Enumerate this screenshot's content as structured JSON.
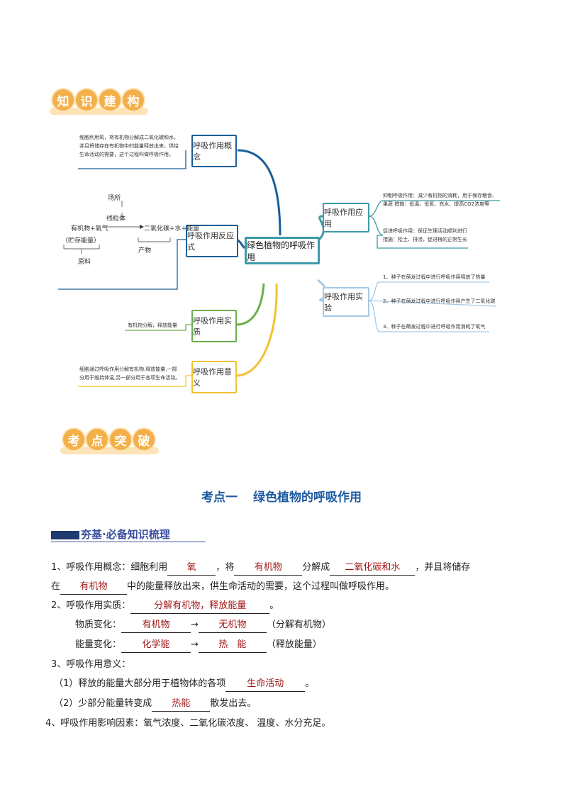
{
  "badge1": [
    "知",
    "识",
    "建",
    "构"
  ],
  "badge2": [
    "考",
    "点",
    "突",
    "破"
  ],
  "mindmap": {
    "center": "绿色植物的呼吸作用",
    "concept_box": "呼吸作用概念",
    "concept_note": [
      "细胞利用氧，将有机物分解成二氧化碳和水，",
      "并且将储存在有机物中的能量释放出来，供给",
      "生命活动的需要，这个过程叫做呼吸作用。"
    ],
    "reaction_box": "呼吸作用反应式",
    "formula": {
      "site": "场所",
      "organelle": "线粒体",
      "left": "有机物+氧气",
      "left_note": "（贮存能量）",
      "right": "二氧化碳+水+能量",
      "product": "产物",
      "raw": "原料"
    },
    "essence_box": "呼吸作用实质",
    "essence_note": "有机物分解，释放能量",
    "meaning_box": "呼吸作用意义",
    "meaning_note": [
      "细胞通过呼吸作用分解有机物,释放能量,一部",
      "分用于维持体温,另一部分用于各项生命活动。"
    ],
    "app_box": "呼吸作用应用",
    "app_note1": [
      "抑制呼吸作用：减少有机物的消耗，用于保存粮食、",
      "果蔬   措施：低温、低氧、充水、提高CO2浓度等"
    ],
    "app_note2": [
      "促进呼吸作用：保证生理活动顺利进行",
      "措施：松土、排涝，促进根的正常生长"
    ],
    "exp_box": "呼吸作用实验",
    "exp_notes": [
      "1、种子在萌发过程中进行呼吸作用释放了热量",
      "2、种子在萌发过程中进行呼吸作用产生了二氧化碳",
      "3、种子在萌发过程中进行呼吸作用消耗了氧气"
    ]
  },
  "kd_title": [
    "考点一",
    "绿色植物的呼吸作用"
  ],
  "sub_head": "夯基·必备知识梳理",
  "lines": {
    "l1": {
      "a": "1、呼吸作用概念：细胞利用",
      "b1": "氧",
      "c": "，将",
      "b2": "有机物",
      "d": "分解成",
      "b3": "二氧化碳和水",
      "e": "，并且将储存"
    },
    "l2": {
      "a": "在",
      "b1": "有机物",
      "c": "中的能量释放出来，供生命活动的需要，这个过程叫做呼吸作用。"
    },
    "l3": {
      "a": "2、呼吸作用实质：",
      "b1": "分解有机物，释放能量",
      "c": "。"
    },
    "l4": {
      "a": "物质变化：",
      "b1": "有机物",
      "arrow": "→",
      "b2": "无机物",
      "c": "（分解有机物）"
    },
    "l5": {
      "a": "能量变化：",
      "b1": "化学能",
      "arrow": "→",
      "b2": "热　能",
      "c": "（释放能量）"
    },
    "l6": {
      "a": "3、呼吸作用意义："
    },
    "l7": {
      "a": "（1）释放的能量大部分用于植物体的各项",
      "b1": "生命活动",
      "c": "。"
    },
    "l8": {
      "a": "（2）少部分能量转变成",
      "b1": "热能",
      "c": "散发出去。"
    },
    "l9": {
      "a": "4、呼吸作用影响因素：氧气浓度、二氧化碳浓度、 温度、水分充足。"
    }
  }
}
